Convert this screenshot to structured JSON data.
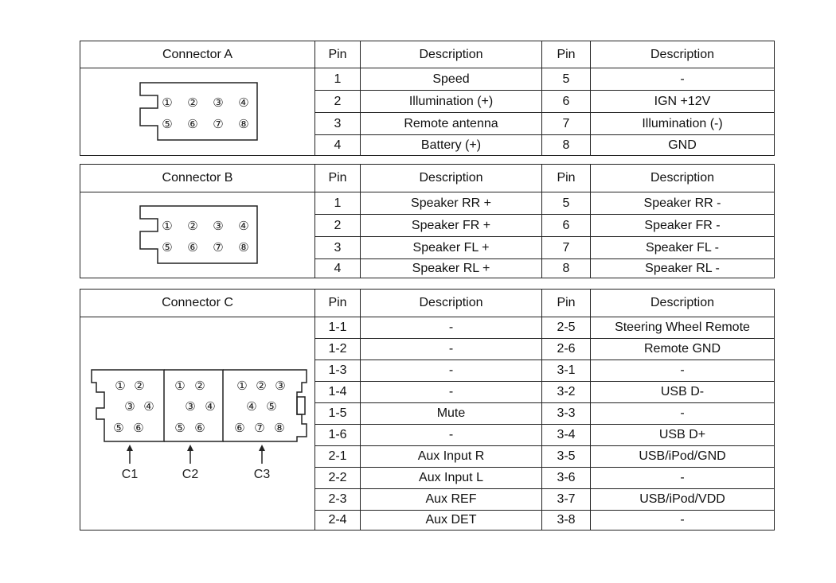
{
  "columns": {
    "pin": "Pin",
    "description": "Description"
  },
  "connector_a": {
    "title": "Connector A",
    "rows": [
      {
        "pin_l": "1",
        "desc_l": "Speed",
        "pin_r": "5",
        "desc_r": "-"
      },
      {
        "pin_l": "2",
        "desc_l": "Illumination (+)",
        "pin_r": "6",
        "desc_r": "IGN +12V"
      },
      {
        "pin_l": "3",
        "desc_l": "Remote antenna",
        "pin_r": "7",
        "desc_r": "Illumination (-)"
      },
      {
        "pin_l": "4",
        "desc_l": "Battery (+)",
        "pin_r": "8",
        "desc_r": "GND"
      }
    ],
    "pin_labels": [
      "①",
      "②",
      "③",
      "④",
      "⑤",
      "⑥",
      "⑦",
      "⑧"
    ]
  },
  "connector_b": {
    "title": "Connector B",
    "rows": [
      {
        "pin_l": "1",
        "desc_l": "Speaker RR +",
        "pin_r": "5",
        "desc_r": "Speaker RR -"
      },
      {
        "pin_l": "2",
        "desc_l": "Speaker FR +",
        "pin_r": "6",
        "desc_r": "Speaker FR -"
      },
      {
        "pin_l": "3",
        "desc_l": "Speaker FL +",
        "pin_r": "7",
        "desc_r": "Speaker FL -"
      },
      {
        "pin_l": "4",
        "desc_l": "Speaker RL +",
        "pin_r": "8",
        "desc_r": "Speaker RL -"
      }
    ],
    "pin_labels": [
      "①",
      "②",
      "③",
      "④",
      "⑤",
      "⑥",
      "⑦",
      "⑧"
    ]
  },
  "connector_c": {
    "title": "Connector C",
    "rows": [
      {
        "pin_l": "1-1",
        "desc_l": "-",
        "pin_r": "2-5",
        "desc_r": "Steering Wheel Remote"
      },
      {
        "pin_l": "1-2",
        "desc_l": "-",
        "pin_r": "2-6",
        "desc_r": "Remote GND"
      },
      {
        "pin_l": "1-3",
        "desc_l": "-",
        "pin_r": "3-1",
        "desc_r": "-"
      },
      {
        "pin_l": "1-4",
        "desc_l": "-",
        "pin_r": "3-2",
        "desc_r": "USB D-"
      },
      {
        "pin_l": "1-5",
        "desc_l": "Mute",
        "pin_r": "3-3",
        "desc_r": "-"
      },
      {
        "pin_l": "1-6",
        "desc_l": "-",
        "pin_r": "3-4",
        "desc_r": "USB D+"
      },
      {
        "pin_l": "2-1",
        "desc_l": "Aux Input R",
        "pin_r": "3-5",
        "desc_r": "USB/iPod/GND"
      },
      {
        "pin_l": "2-2",
        "desc_l": "Aux Input L",
        "pin_r": "3-6",
        "desc_r": "-"
      },
      {
        "pin_l": "2-3",
        "desc_l": "Aux REF",
        "pin_r": "3-7",
        "desc_r": "USB/iPod/VDD"
      },
      {
        "pin_l": "2-4",
        "desc_l": "Aux DET",
        "pin_r": "3-8",
        "desc_r": "-"
      }
    ],
    "sub_labels": [
      "C1",
      "C2",
      "C3"
    ],
    "c1_pins": [
      "①",
      "②",
      "③",
      "④",
      "⑤",
      "⑥"
    ],
    "c2_pins": [
      "①",
      "②",
      "③",
      "④",
      "⑤",
      "⑥"
    ],
    "c3_pins": [
      "①",
      "②",
      "③",
      "④",
      "⑤",
      "⑥",
      "⑦",
      "⑧"
    ]
  }
}
